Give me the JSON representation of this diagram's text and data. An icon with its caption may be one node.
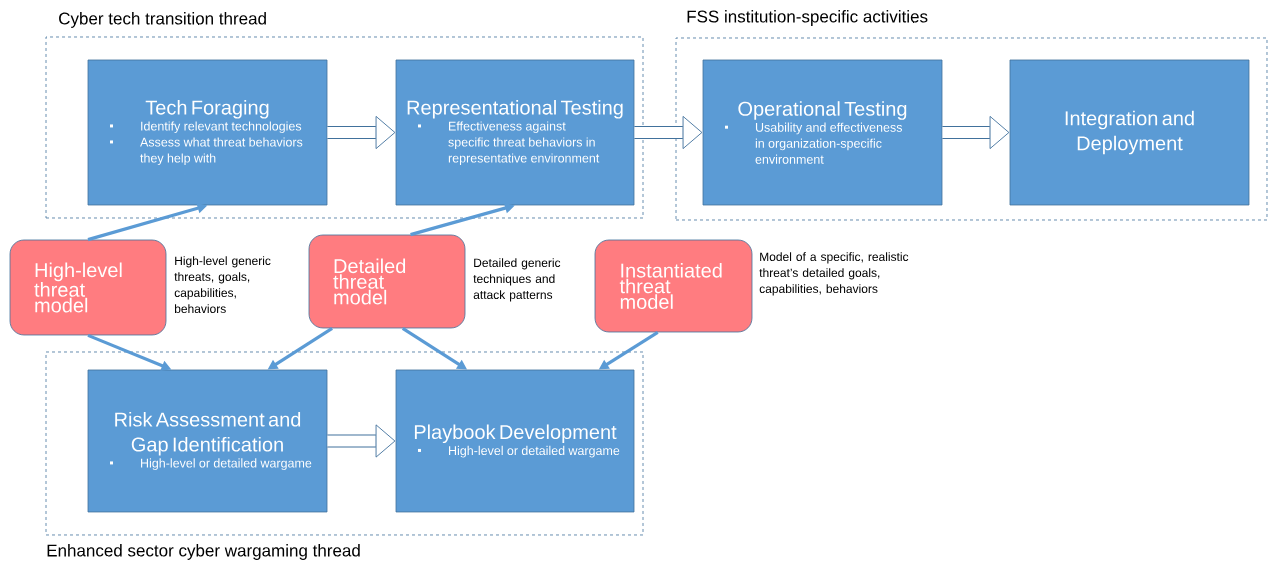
{
  "diagram": {
    "nodes": [
      {
        "text": [
          "Cyber tech transition thread"
        ]
      },
      {
        "text": [
          "Tech Foraging",
          "Identify relevant technologies",
          "Assess what threat behaviors they help with"
        ],
        "in": 0
      },
      {
        "text": [
          "Representational Testing",
          "Effectiveness against specific threat behaviors in representative environment"
        ],
        "in": 0
      },
      {
        "text": [
          "FSS institution-specific activities"
        ]
      },
      {
        "text": [
          "Operational Testing",
          "Usability and effectiveness in organization-specific environment"
        ],
        "in": 3
      },
      {
        "text": [
          "Integration and Deployment"
        ],
        "in": 3
      },
      {
        "text": [
          "High-level threat model"
        ],
        "beside": [
          "High-level generic threats, goals, capabilities, behaviors"
        ]
      },
      {
        "text": [
          "Detailed threat model"
        ],
        "beside": [
          "Detailed generic techniques and attack patterns"
        ]
      },
      {
        "text": [
          "Instantiated threat model"
        ],
        "beside": [
          "Model of a specific, realistic threat’s detailed goals, capabilities, behaviors"
        ]
      },
      {
        "text": [
          "Enhanced sector cyber wargaming thread"
        ]
      },
      {
        "text": [
          "Risk Assessment and Gap Identification",
          "High-level or detailed wargame"
        ],
        "in": 9
      },
      {
        "text": [
          "Playbook Development",
          "High-level or detailed wargame"
        ],
        "in": 9
      }
    ],
    "edges": [
      {
        "from": 1,
        "to": 2,
        "arrow": "to",
        "style": "thick"
      },
      {
        "from": 2,
        "to": 4,
        "arrow": "to",
        "style": "thick"
      },
      {
        "from": 4,
        "to": 5,
        "arrow": "to",
        "style": "thick"
      },
      {
        "from": 6,
        "to": 1,
        "arrow": "to"
      },
      {
        "from": 7,
        "to": 2,
        "arrow": "to"
      },
      {
        "from": 6,
        "to": 10,
        "arrow": "to"
      },
      {
        "from": 7,
        "to": 10,
        "arrow": "to"
      },
      {
        "from": 7,
        "to": 11,
        "arrow": "to"
      },
      {
        "from": 8,
        "to": 11,
        "arrow": "to"
      },
      {
        "from": 10,
        "to": 11,
        "arrow": "to",
        "style": "thick"
      }
    ]
  }
}
